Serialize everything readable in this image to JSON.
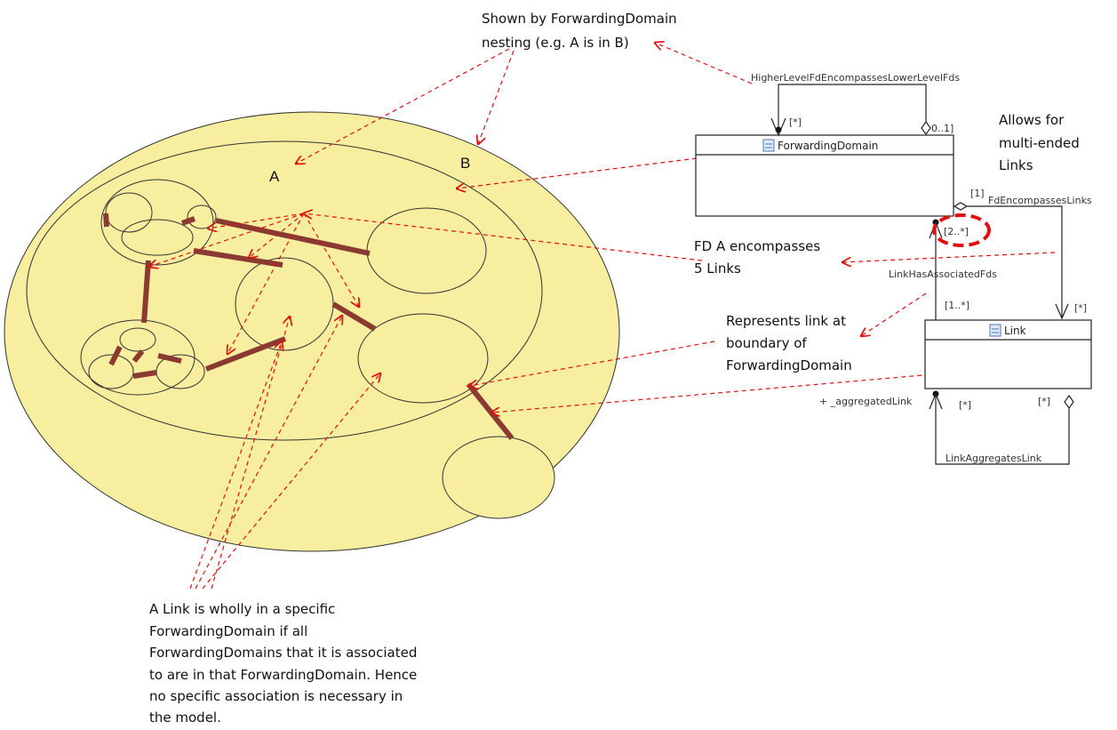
{
  "colors": {
    "outer_fill": "#f7ee9f",
    "link": "#8b3a32",
    "arrow": "#e01010",
    "uml_line": "#222222"
  },
  "labels": {
    "domain_a": "A",
    "domain_b": "B"
  },
  "notes": {
    "nesting": [
      "Shown by ForwardingDomain",
      "nesting (e.g. A is in B)"
    ],
    "multi_ended": [
      "Allows for",
      "multi-ended",
      "Links"
    ],
    "encompasses": [
      "FD A encompasses",
      "5 Links"
    ],
    "boundary": [
      "Represents link at",
      "boundary of",
      "ForwardingDomain"
    ],
    "wholly": [
      "A Link is wholly in a specific",
      "ForwardingDomain if all",
      "ForwardingDomains that it is associated",
      "to are in that ForwardingDomain. Hence",
      "no specific association is necessary in",
      "the model."
    ]
  },
  "uml": {
    "forwarding_domain_class": "ForwardingDomain",
    "link_class": "Link",
    "assoc_higher_level": "HigherLevelFdEncompassesLowerLevelFds",
    "assoc_fd_encompasses_links": "FdEncompassesLinks",
    "assoc_link_has_fds": "LinkHasAssociatedFds",
    "assoc_link_aggregates": "LinkAggregatesLink",
    "role_aggregated": "+ _aggregatedLink",
    "mult_star": "[*]",
    "mult_0_1": "0..1]",
    "mult_1": "[1]",
    "mult_2_star": "[2..*]",
    "mult_1_star": "[1..*]"
  }
}
